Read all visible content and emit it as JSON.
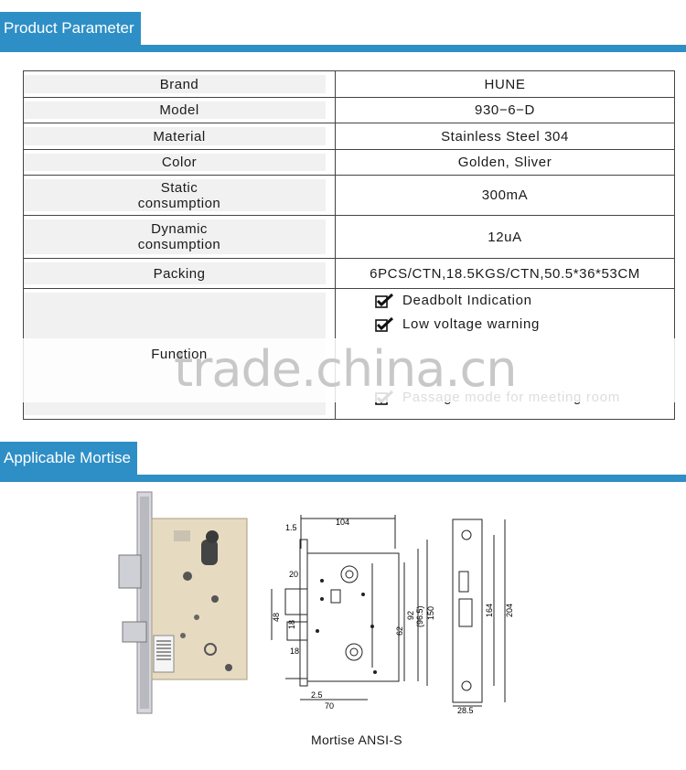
{
  "sections": {
    "product_parameter": "Product Parameter",
    "applicable_mortise": "Applicable Mortise"
  },
  "params": [
    {
      "label": "Brand",
      "value": "HUNE"
    },
    {
      "label": "Model",
      "value": "930−6−D"
    },
    {
      "label": "Material",
      "value": "Stainless Steel 304"
    },
    {
      "label": "Color",
      "value": "Golden, Sliver"
    },
    {
      "label": "Static\nconsumption",
      "value": "300mA"
    },
    {
      "label": "Dynamic\nconsumption",
      "value": "12uA"
    },
    {
      "label": "Packing",
      "value": "6PCS/CTN,18.5KGS/CTN,50.5*36*53CM"
    }
  ],
  "function": {
    "label": "Function",
    "items": [
      "Deadbolt Indication",
      "Low voltage warning",
      "Passage mode for meeting room"
    ]
  },
  "watermark": "trade.china.cn",
  "mortise": {
    "caption": "Mortise ANSI-S",
    "dimensions": {
      "top_width": "104",
      "offset": "1.5",
      "d20": "20",
      "d48": "48",
      "d18a": "18",
      "d18b": "18",
      "d62": "62",
      "d92": "92",
      "d96_5": "(96.5)",
      "d150": "150",
      "d2_5": "2.5",
      "d70": "70",
      "d164": "164",
      "d204": "204",
      "d28_5": "28.5"
    }
  },
  "colors": {
    "accent": "#2e8fc6",
    "plate": "#e8dcc0",
    "faceplate": "#c9c9cf"
  }
}
